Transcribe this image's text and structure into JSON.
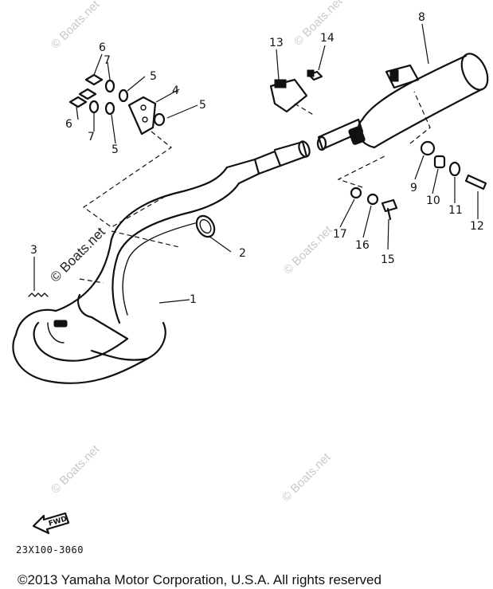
{
  "diagram": {
    "callouts": [
      {
        "label": "1"
      },
      {
        "label": "2"
      },
      {
        "label": "3"
      },
      {
        "label": "4"
      },
      {
        "label": "5"
      },
      {
        "label": "5"
      },
      {
        "label": "5"
      },
      {
        "label": "6"
      },
      {
        "label": "6"
      },
      {
        "label": "7"
      },
      {
        "label": "7"
      },
      {
        "label": "8"
      },
      {
        "label": "9"
      },
      {
        "label": "10"
      },
      {
        "label": "11"
      },
      {
        "label": "12"
      },
      {
        "label": "13"
      },
      {
        "label": "14"
      },
      {
        "label": "15"
      },
      {
        "label": "16"
      },
      {
        "label": "17"
      }
    ],
    "fwd_label": "FWD",
    "drawing_code": "23X100-3060",
    "watermark_text": "© Boats.net",
    "copyright": "©2013 Yamaha Motor Corporation, U.S.A. All rights reserved"
  }
}
